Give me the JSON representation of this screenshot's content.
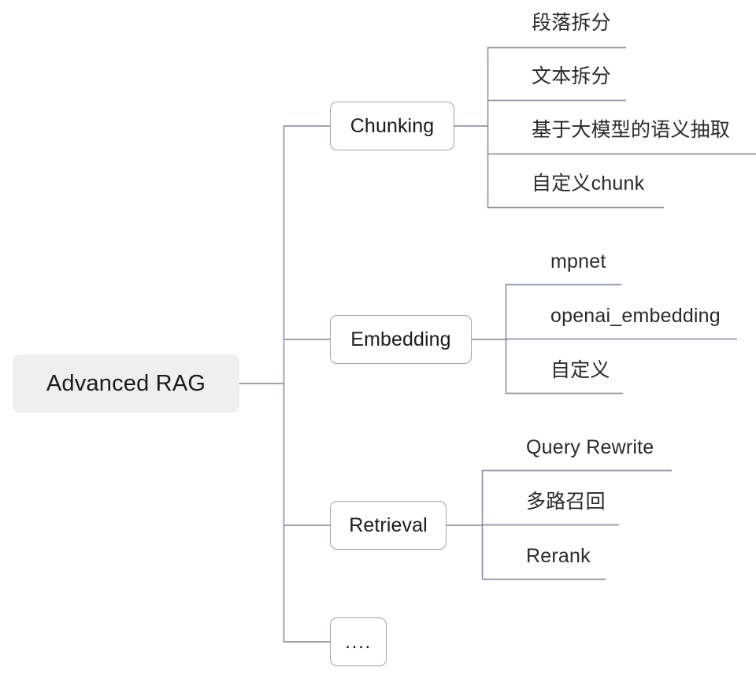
{
  "diagram": {
    "title": "Advanced RAG mind map",
    "colors": {
      "root_background": "#eeefee",
      "node_border": "#9aa4b2",
      "connector_line": "#8d97a6",
      "text": "#1b1b1b",
      "canvas_background": "#ffffff"
    },
    "root": {
      "label": "Advanced RAG"
    },
    "branches": [
      {
        "label": "Chunking",
        "leaves": [
          {
            "label": "段落拆分"
          },
          {
            "label": "文本拆分"
          },
          {
            "label": "基于大模型的语义抽取"
          },
          {
            "label": "自定义chunk"
          }
        ]
      },
      {
        "label": "Embedding",
        "leaves": [
          {
            "label": "mpnet"
          },
          {
            "label": "openai_embedding"
          },
          {
            "label": "自定义"
          }
        ]
      },
      {
        "label": "Retrieval",
        "leaves": [
          {
            "label": "Query Rewrite"
          },
          {
            "label": "多路召回"
          },
          {
            "label": "Rerank"
          }
        ]
      },
      {
        "label": "....",
        "leaves": []
      }
    ]
  }
}
